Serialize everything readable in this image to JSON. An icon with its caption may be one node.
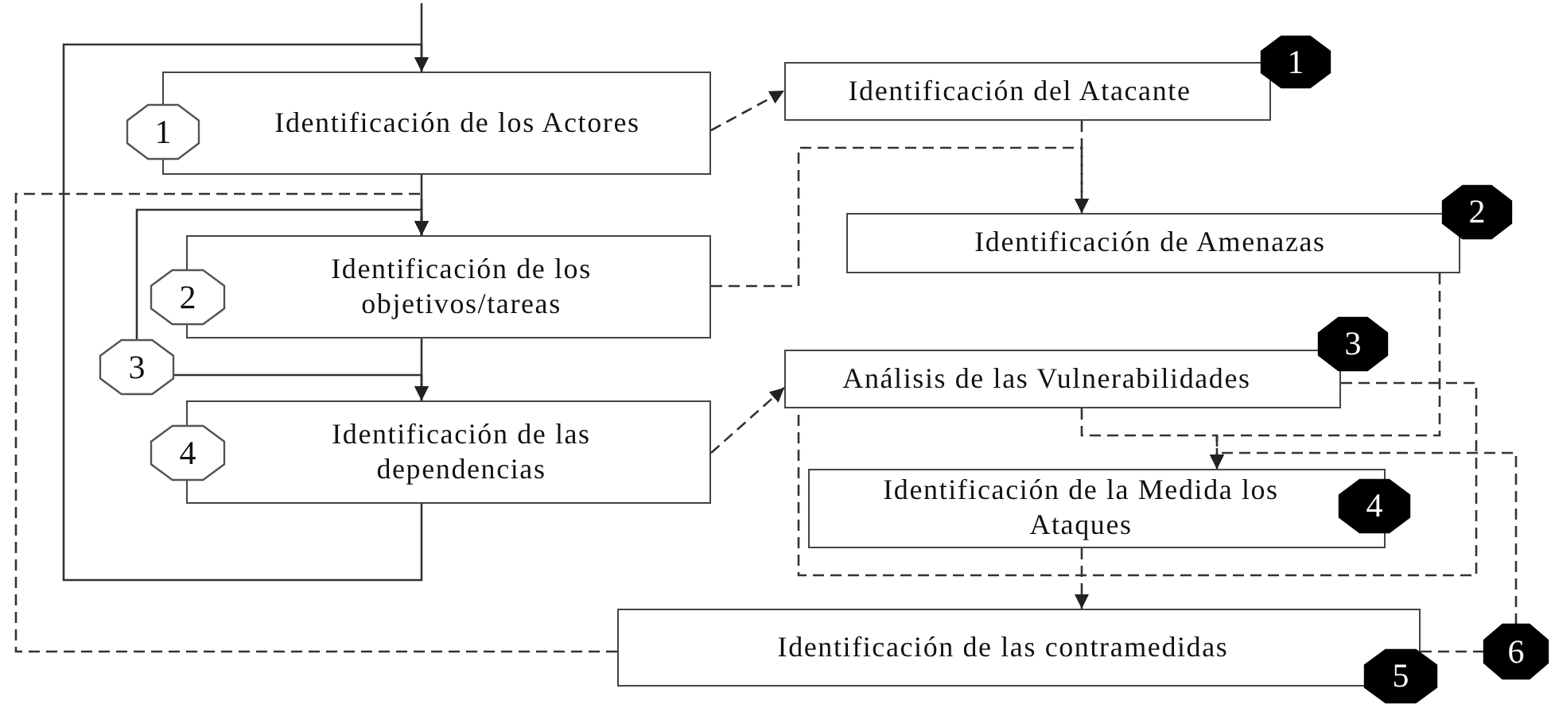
{
  "diagram": {
    "nodes": [
      {
        "text": [
          "Identificación de los Actores"
        ]
      },
      {
        "text": [
          "Identificación de los objetivos/tareas"
        ]
      },
      {
        "text": [
          "Identificación de las dependencias"
        ]
      },
      {
        "text": [
          "Identificación del Atacante"
        ]
      },
      {
        "text": [
          "Identificación de Amenazas"
        ]
      },
      {
        "text": [
          "Análisis de las Vulnerabilidades"
        ]
      },
      {
        "text": [
          "Identificación de la Medida los Ataques"
        ]
      },
      {
        "text": [
          "Identificación de las contramedidas"
        ]
      },
      {
        "text": [
          "1"
        ]
      },
      {
        "text": [
          "2"
        ]
      },
      {
        "text": [
          "3"
        ]
      },
      {
        "text": [
          "4"
        ]
      },
      {
        "text": [
          "1"
        ]
      },
      {
        "text": [
          "2"
        ]
      },
      {
        "text": [
          "3"
        ]
      },
      {
        "text": [
          "4"
        ]
      },
      {
        "text": [
          "5"
        ]
      },
      {
        "text": [
          "6"
        ]
      }
    ],
    "edges": [
      {
        "from": null,
        "to": 0,
        "arrow": "to"
      },
      {
        "from": 2,
        "to": 0,
        "arrow": "to"
      },
      {
        "from": 0,
        "to": 1,
        "arrow": "to"
      },
      {
        "from": 7,
        "to": 1,
        "arrow": "to",
        "style": "dashed"
      },
      {
        "from": 10,
        "to": 1,
        "arrow": "to"
      },
      {
        "from": 10,
        "to": 2,
        "arrow": "to"
      },
      {
        "from": 1,
        "to": 2,
        "arrow": "to"
      },
      {
        "from": 0,
        "to": 3,
        "arrow": "to",
        "style": "dashed"
      },
      {
        "from": 1,
        "to": 4,
        "arrow": "to",
        "style": "dashed"
      },
      {
        "from": 3,
        "to": 4,
        "arrow": "to",
        "style": "dashed"
      },
      {
        "from": 2,
        "to": 5,
        "arrow": "to",
        "style": "dashed"
      },
      {
        "from": 4,
        "to": 6,
        "arrow": "to",
        "style": "dashed"
      },
      {
        "from": 5,
        "to": 6,
        "arrow": "to",
        "style": "dashed"
      },
      {
        "from": 5,
        "to": 5,
        "arrow": "none",
        "style": "dashed"
      },
      {
        "from": 6,
        "to": 7,
        "arrow": "to",
        "style": "dashed"
      },
      {
        "from": 7,
        "to": 17,
        "arrow": "none",
        "style": "dashed"
      },
      {
        "from": 17,
        "to": 6,
        "arrow": "to",
        "style": "dashed"
      }
    ]
  }
}
